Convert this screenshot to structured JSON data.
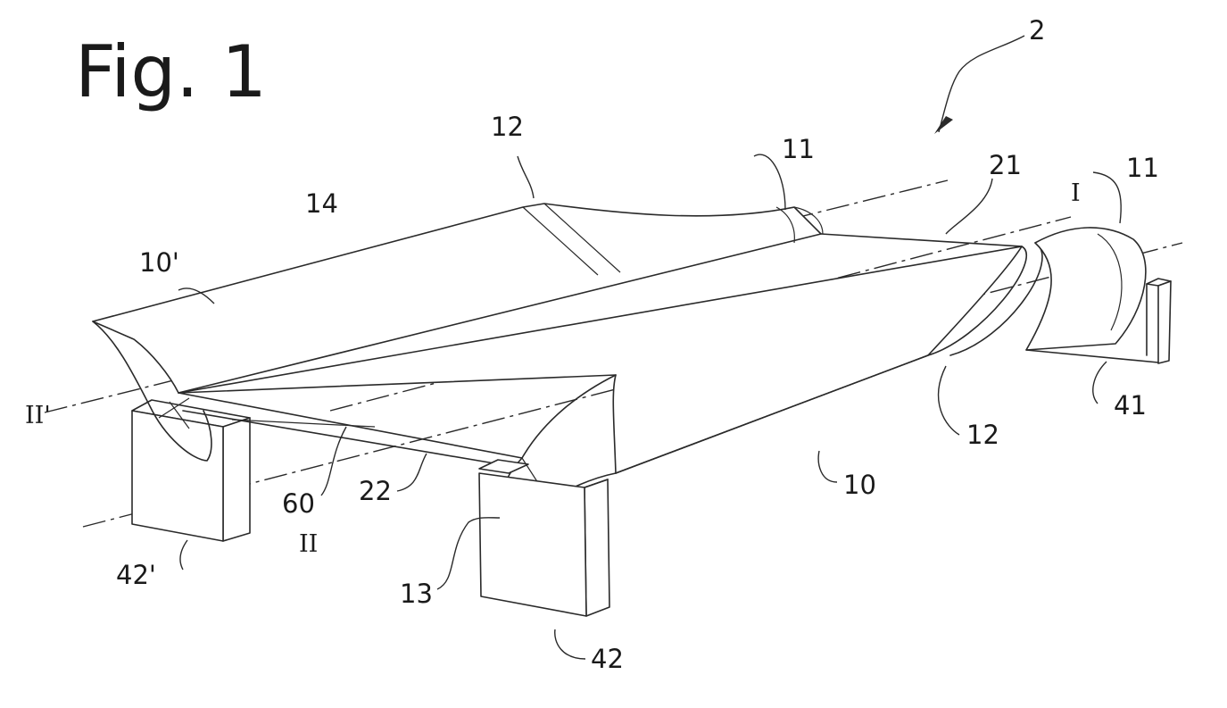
{
  "figure": {
    "title": "Fig. 1"
  },
  "labels": {
    "assembly": "2",
    "hub_top": "11",
    "hub_right": "11",
    "joint_top": "12",
    "joint_right": "12",
    "ref_21": "21",
    "axis_I": "I",
    "axis_II": "II",
    "axis_II_prime": "II'",
    "blade_front": "10",
    "blade_rear": "10'",
    "ref_14": "14",
    "ref_13": "13",
    "ref_22": "22",
    "ref_60": "60",
    "support_41": "41",
    "support_42": "42",
    "support_42_prime": "42'"
  }
}
